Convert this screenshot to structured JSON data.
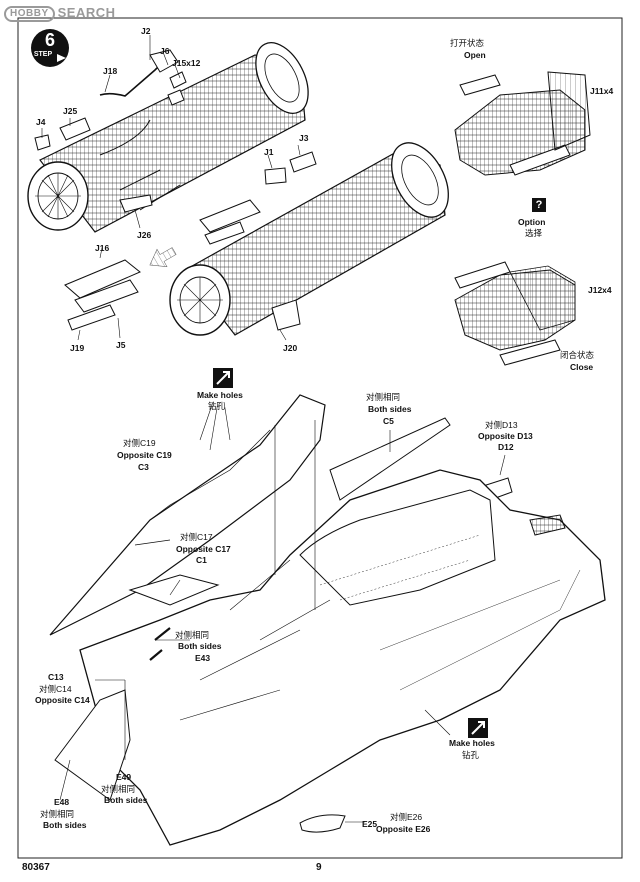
{
  "watermark": {
    "logo": "HOBBY",
    "text": "SEARCH"
  },
  "step": {
    "number": "6",
    "label": "STEP"
  },
  "upper_callouts": {
    "j2": "J2",
    "j6": "J6",
    "j15": "J15x12",
    "j18": "J18",
    "j4": "J4",
    "j25": "J25",
    "j26": "J26",
    "j1": "J1",
    "j3": "J3",
    "j16": "J16",
    "j19": "J19",
    "j5": "J5",
    "j20": "J20"
  },
  "nozzle": {
    "open_cn": "打开状态",
    "open_en": "Open",
    "j11": "J11x4",
    "option_icon": "?",
    "option_en": "Option",
    "option_cn": "选择",
    "j12": "J12x4",
    "close_cn": "闭合状态",
    "close_en": "Close"
  },
  "lower_callouts": {
    "make_holes_top_en": "Make holes",
    "make_holes_top_cn": "钻孔",
    "c19_cn": "对侧C19",
    "c19_en": "Opposite C19",
    "c3": "C3",
    "c5_cn": "对侧相同",
    "c5_en": "Both sides",
    "c5": "C5",
    "d13_cn": "对侧D13",
    "d13_en": "Opposite D13",
    "d12": "D12",
    "c17_cn": "对侧C17",
    "c17_en": "Opposite C17",
    "c1": "C1",
    "e43_cn": "对侧相同",
    "e43_en": "Both sides",
    "e43": "E43",
    "c13": "C13",
    "c14_cn": "对侧C14",
    "c14_en": "Opposite C14",
    "e49": "E49",
    "e49_cn": "对侧相同",
    "e49_en": "Both sides",
    "e48": "E48",
    "e48_cn": "对侧相同",
    "e48_en": "Both sides",
    "make_holes_bot_en": "Make holes",
    "make_holes_bot_cn": "钻孔",
    "e25": "E25",
    "e26_cn": "对侧E26",
    "e26_en": "Opposite E26"
  },
  "footer": {
    "code": "80367",
    "page": "9"
  }
}
